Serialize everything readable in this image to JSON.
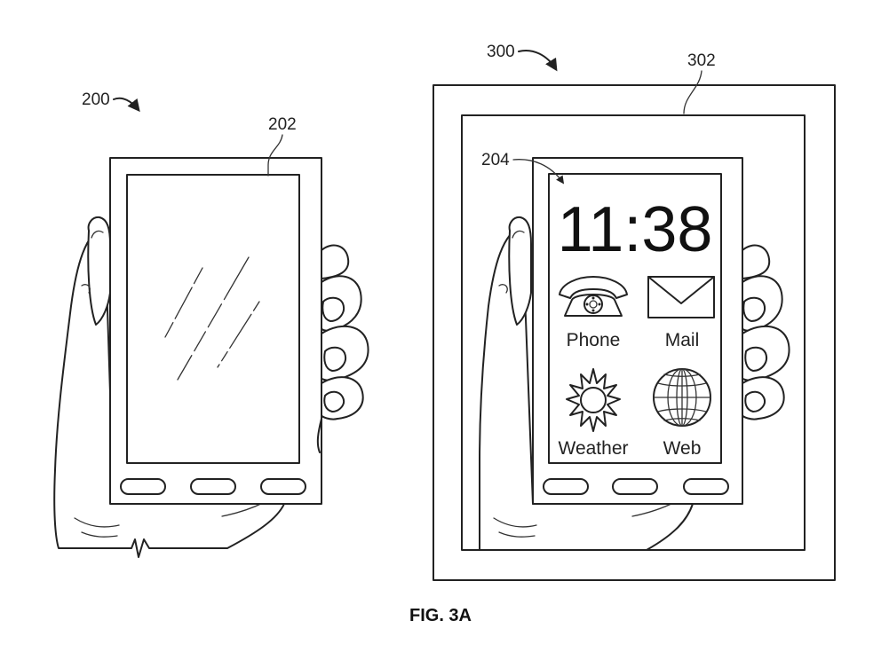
{
  "figure": {
    "caption": "FIG. 3A",
    "left_device": {
      "ref_number": "200",
      "screen_ref": "202"
    },
    "right_device": {
      "ref_number": "300",
      "frame_ref": "302",
      "screen_ref": "204",
      "clock_time": "11:38",
      "apps": [
        {
          "label": "Phone",
          "icon": "telephone-icon"
        },
        {
          "label": "Mail",
          "icon": "envelope-icon"
        },
        {
          "label": "Weather",
          "icon": "sun-icon"
        },
        {
          "label": "Web",
          "icon": "globe-icon"
        }
      ]
    }
  }
}
